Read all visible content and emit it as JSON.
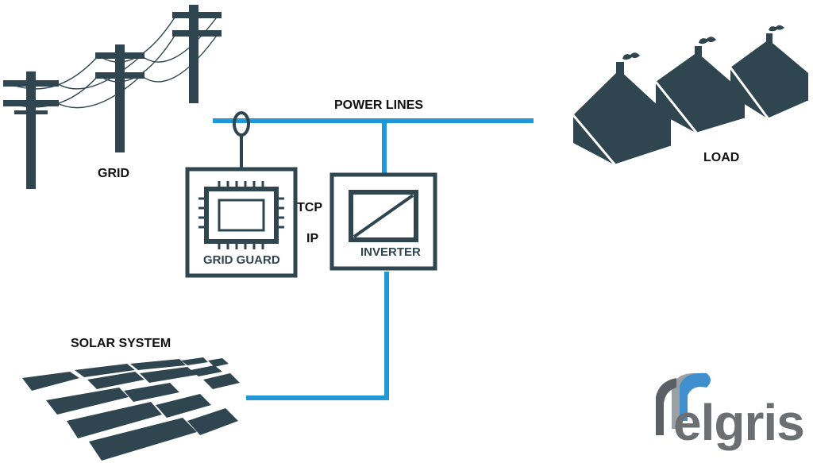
{
  "labels": {
    "grid": "GRID",
    "power_lines": "POWER LINES",
    "load": "LOAD",
    "solar_system": "SOLAR SYSTEM",
    "tcp": "TCP",
    "ip": "IP",
    "grid_guard": "GRID GUARD",
    "inverter": "INVERTER"
  },
  "logo": {
    "text": "elgris"
  },
  "colors": {
    "dark": "#2f4550",
    "line": "#1f98d5",
    "logo_blue": "#3f8fcf",
    "logo_gray": "#6b6f72"
  },
  "icons": [
    "utility-pole-icon",
    "house-icon",
    "chip-icon",
    "inverter-icon",
    "current-clamp-icon",
    "solar-panel-icon"
  ]
}
